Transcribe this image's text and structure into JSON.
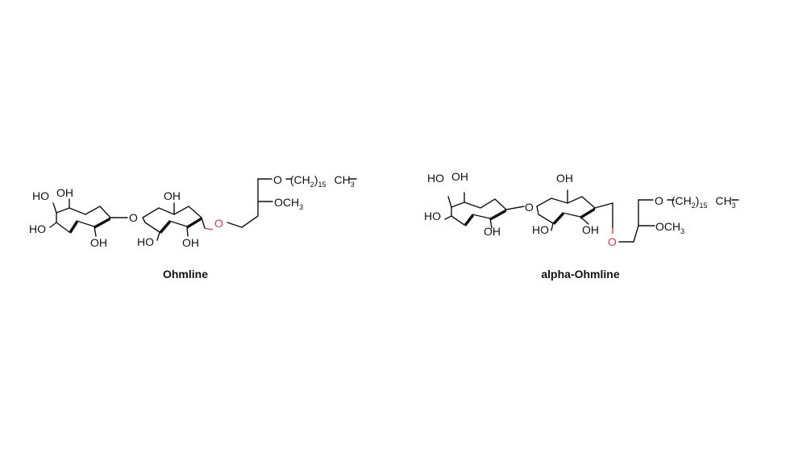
{
  "colors": {
    "ink": "#111111",
    "highlight": "#e03a3a",
    "background": "#ffffff"
  },
  "structures": [
    {
      "caption": "Ohmline",
      "labels": {
        "ho_top_a": "HO",
        "oh_top_a": "OH",
        "ho_left": "HO",
        "oh_bottom_a": "OH",
        "bridge_o": "O",
        "oh_top_b": "OH",
        "ho_bottom_b": "HO",
        "oh_bottom_b": "OH",
        "glyco_o": "O",
        "ome": "OCH",
        "ome_sub": "3",
        "chain_o": "O",
        "chain_text": "(CH",
        "chain_sub1": "2",
        "chain_close": ")",
        "chain_sub2": "15",
        "chain_end": "CH",
        "chain_end_sub": "3"
      }
    },
    {
      "caption": "alpha-Ohmline",
      "labels": {
        "ho_top_a": "HO",
        "oh_top_a": "OH",
        "ho_left": "HO",
        "oh_bottom_a": "OH",
        "bridge_o": "O",
        "oh_top_b": "OH",
        "ho_bottom_b": "HO",
        "oh_bottom_b": "OH",
        "glyco_o": "O",
        "ome": "OCH",
        "ome_sub": "3",
        "chain_o": "O",
        "chain_text": "(CH",
        "chain_sub1": "2",
        "chain_close": ")",
        "chain_sub2": "15",
        "chain_end": "CH",
        "chain_end_sub": "3"
      }
    }
  ]
}
